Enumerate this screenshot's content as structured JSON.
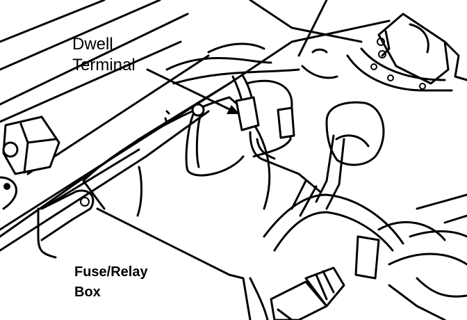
{
  "labels": {
    "dwell_line1": "Dwell",
    "dwell_line2": "Terminal",
    "fuse_line1": "Fuse/Relay",
    "fuse_line2": "Box"
  }
}
